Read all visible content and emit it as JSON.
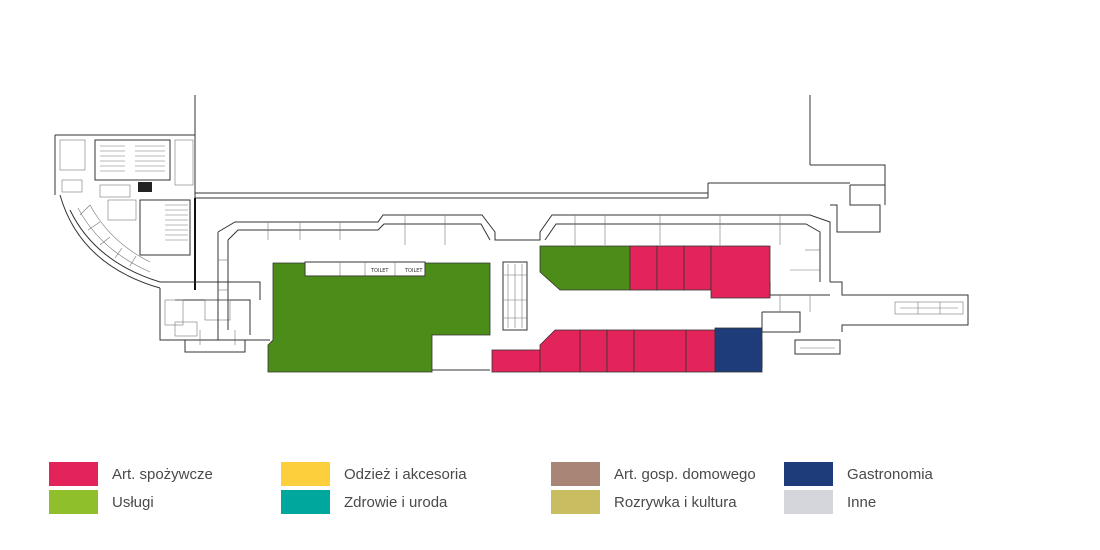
{
  "map": {
    "labels": {
      "toilet_a": "TOILET",
      "toilet_b": "TOILET"
    }
  },
  "legend": [
    {
      "label": "Art. spożywcze",
      "color": "#e2245a"
    },
    {
      "label": "Usługi",
      "color": "#8fbf2a"
    },
    {
      "label": "Odzież i akcesoria",
      "color": "#fdcf3c"
    },
    {
      "label": "Zdrowie i uroda",
      "color": "#00a79d"
    },
    {
      "label": "Art. gosp. domowego",
      "color": "#a98578"
    },
    {
      "label": "Rozrywka i kultura",
      "color": "#c8bd61"
    },
    {
      "label": "Gastronomia",
      "color": "#1f3c7a"
    },
    {
      "label": "Inne",
      "color": "#d5d6dc"
    }
  ],
  "colors": {
    "food": "#e2245a",
    "services_unit": "#4c8c19",
    "gastronomy": "#1f3c7a"
  }
}
